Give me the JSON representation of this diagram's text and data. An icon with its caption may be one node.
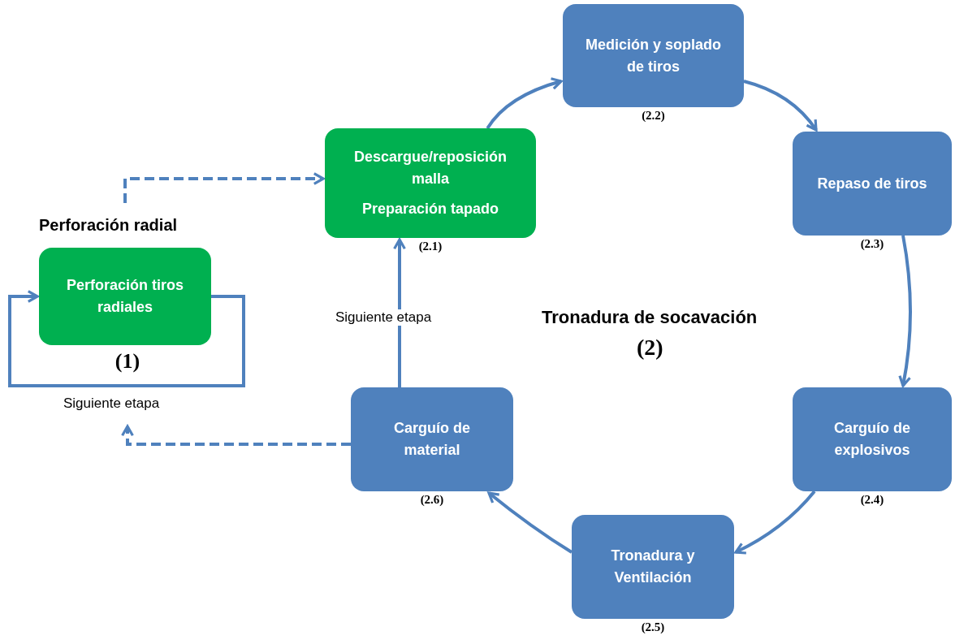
{
  "diagram": {
    "nodes": [
      {
        "text": [
          "Perforación radial",
          "Perforación tiros radiales"
        ],
        "beside": [
          "(1)"
        ]
      },
      {
        "text": [
          "Descargue/reposición malla",
          "Preparación tapado"
        ],
        "beside": [
          "(2.1)"
        ]
      },
      {
        "text": [
          "Medición y soplado de tiros"
        ],
        "beside": [
          "(2.2)"
        ]
      },
      {
        "text": [
          "Repaso de tiros"
        ],
        "beside": [
          "(2.3)"
        ]
      },
      {
        "text": [
          "Carguío de explosivos"
        ],
        "beside": [
          "(2.4)"
        ]
      },
      {
        "text": [
          "Tronadura y Ventilación"
        ],
        "beside": [
          "(2.5)"
        ]
      },
      {
        "text": [
          "Carguío de material"
        ],
        "beside": [
          "(2.6)"
        ]
      }
    ],
    "edges": [
      {
        "from": 0,
        "to": 0,
        "arrow": "to",
        "label": "Siguiente etapa"
      },
      {
        "from": 0,
        "to": 1,
        "arrow": "to",
        "style": "dashed"
      },
      {
        "from": 1,
        "to": 2,
        "arrow": "to"
      },
      {
        "from": 2,
        "to": 3,
        "arrow": "to"
      },
      {
        "from": 3,
        "to": 4,
        "arrow": "to"
      },
      {
        "from": 4,
        "to": 5,
        "arrow": "to"
      },
      {
        "from": 5,
        "to": 6,
        "arrow": "to"
      },
      {
        "from": 6,
        "to": 1,
        "arrow": "to",
        "label": "Siguiente etapa"
      },
      {
        "from": 6,
        "to": 0,
        "arrow": "to",
        "style": "dashed"
      }
    ],
    "labels": [
      "Tronadura de socavación",
      "(2)"
    ]
  }
}
